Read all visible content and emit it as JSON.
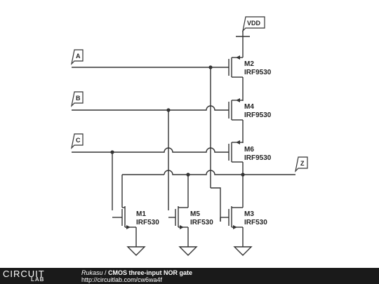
{
  "schematic": {
    "supply_label": "VDD",
    "inputs": [
      "A",
      "B",
      "C"
    ],
    "output_label": "Z",
    "pmos": [
      {
        "name": "M2",
        "part": "IRF9530"
      },
      {
        "name": "M4",
        "part": "IRF9530"
      },
      {
        "name": "M6",
        "part": "IRF9530"
      }
    ],
    "nmos": [
      {
        "name": "M1",
        "part": "IRF530"
      },
      {
        "name": "M5",
        "part": "IRF530"
      },
      {
        "name": "M3",
        "part": "IRF530"
      }
    ]
  },
  "footer": {
    "logo_main": "CIRCUIT",
    "logo_sub": "LAB",
    "author": "Rukasu",
    "title_sep": " / ",
    "title": "CMOS three-input NOR gate",
    "url": "http://circuitlab.com/cw6wa4f"
  }
}
